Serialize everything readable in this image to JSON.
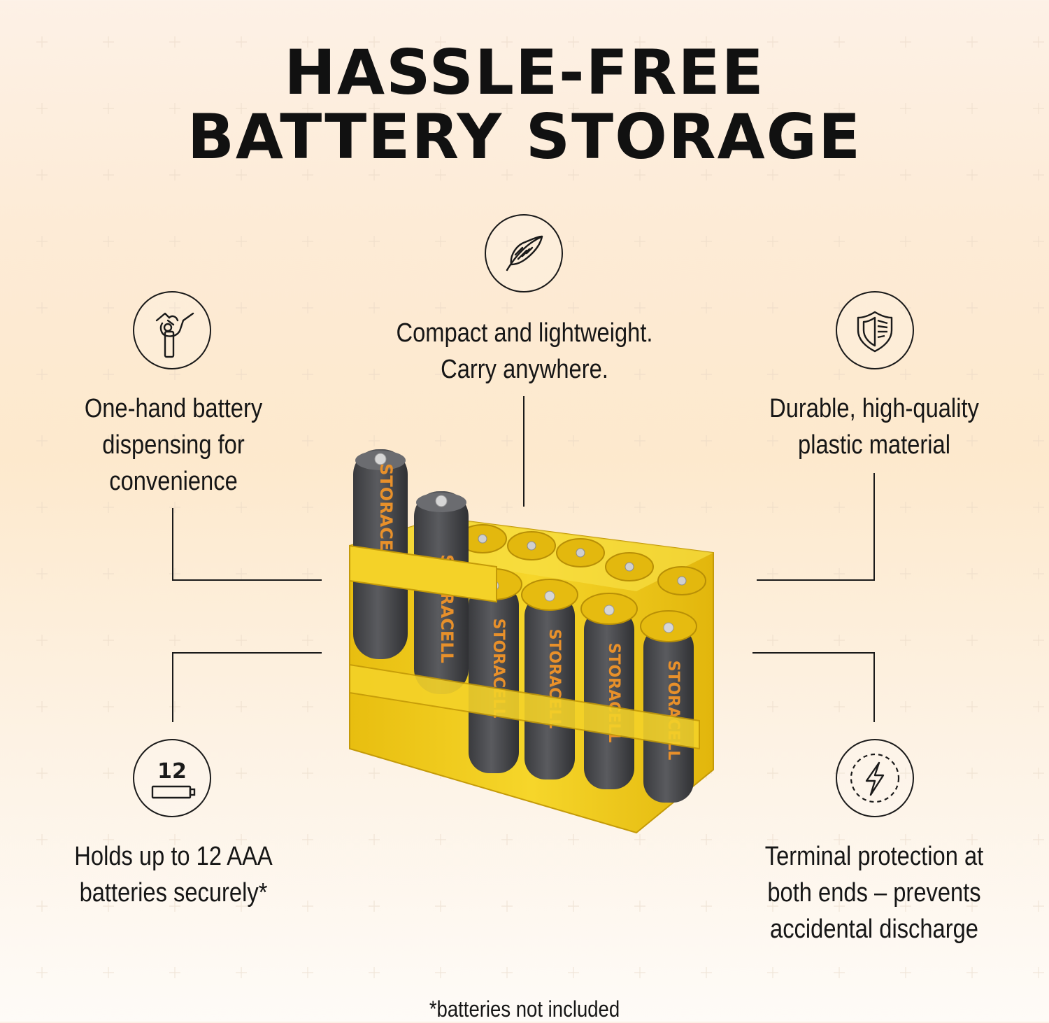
{
  "headline": {
    "line1": "HASSLE-FREE",
    "line2": "BATTERY STORAGE"
  },
  "features": {
    "compact": {
      "line1": "Compact and lightweight.",
      "line2": "Carry anywhere.",
      "icon": "feather-icon"
    },
    "one_hand": {
      "line1": "One-hand battery",
      "line2": "dispensing for",
      "line3": "convenience",
      "icon": "hand-dispensing-icon"
    },
    "durable": {
      "line1": "Durable, high-quality",
      "line2": "plastic material",
      "icon": "shield-icon"
    },
    "holds": {
      "line1": "Holds up to 12 AAA",
      "line2": "batteries securely*",
      "icon": "battery-count-icon",
      "icon_number": "12"
    },
    "terminal": {
      "line1": "Terminal protection at",
      "line2": "both ends – prevents",
      "line3": "accidental discharge",
      "icon": "lightning-icon"
    }
  },
  "product": {
    "brand_mark": "STORACELL",
    "body_color": "#f2cf1e",
    "battery_color": "#4a4b4e",
    "label_color": "#e8902a"
  },
  "footnote": "*batteries not included"
}
